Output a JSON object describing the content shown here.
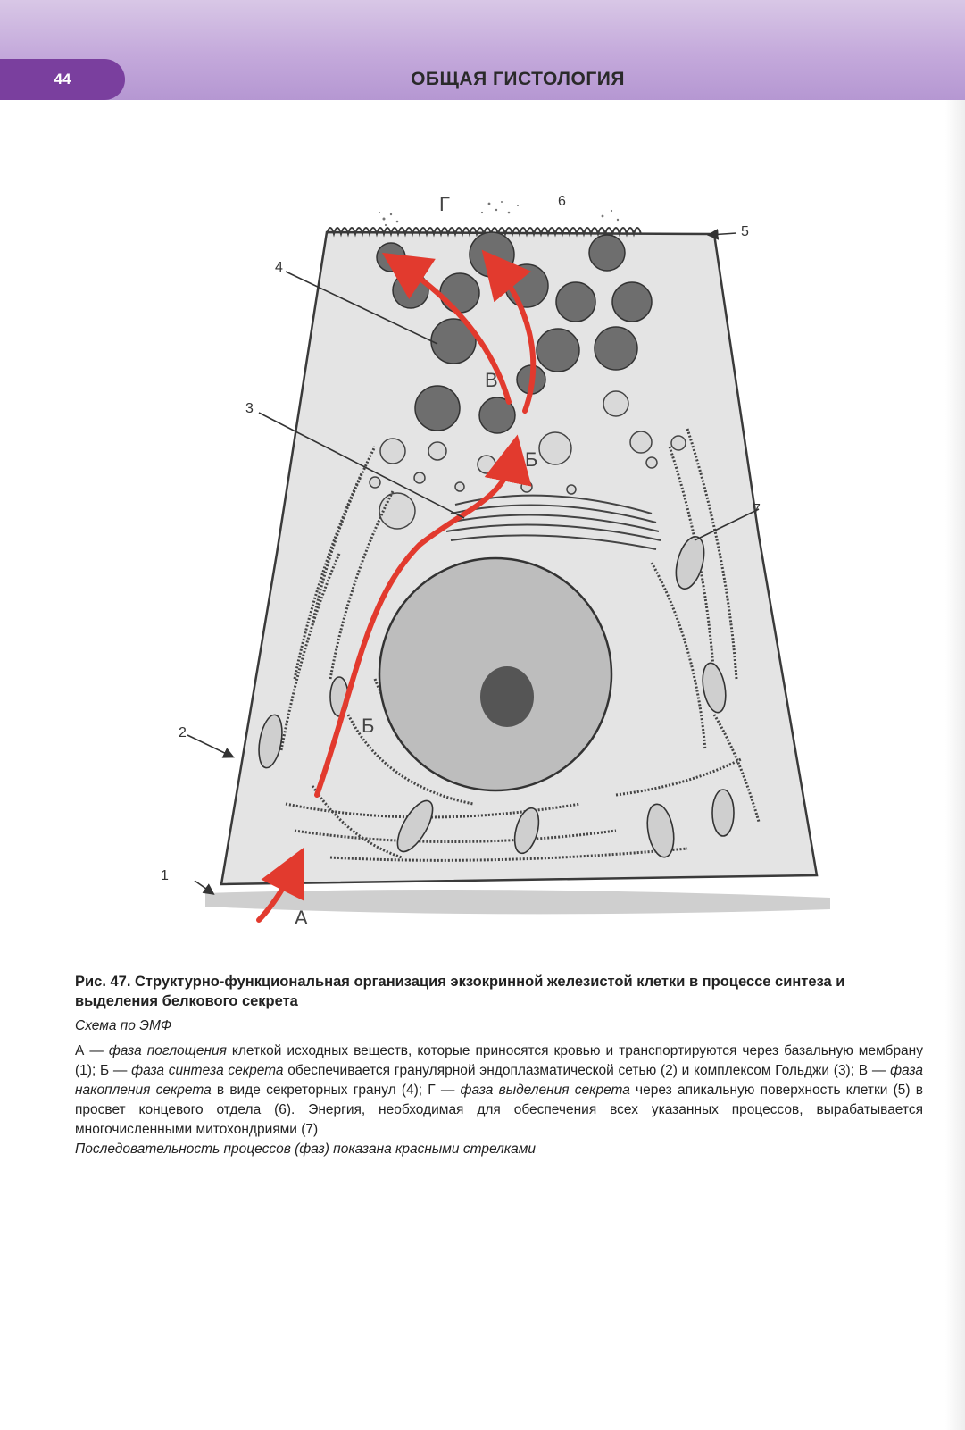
{
  "header": {
    "page_number": "44",
    "running_title": "ОБЩАЯ ГИСТОЛОГИЯ"
  },
  "figure": {
    "labels": {
      "n1": "1",
      "n2": "2",
      "n3": "3",
      "n4": "4",
      "n5": "5",
      "n6": "6",
      "n7": "7",
      "phase_a": "А",
      "phase_b_lower": "Б",
      "phase_b_upper": "Б",
      "phase_v": "В",
      "phase_g": "Г"
    },
    "colors": {
      "arrow": "#e23a2e",
      "cytoplasm": "#e4e4e4",
      "outline": "#3a3a3a",
      "granule": "#6e6e6e",
      "nucleus": "#bdbdbd",
      "nucleolus": "#555555"
    }
  },
  "caption": {
    "title": "Рис. 47. Структурно-функциональная организация экзокринной железистой клетки в процессе синтеза и выделения белкового секрета",
    "subtitle": "Схема по ЭМФ",
    "desc": {
      "a_prefix": "А — ",
      "a_phase": "фаза поглощения",
      "a_text": " клеткой исходных веществ, которые приносятся кровью и транспортируются через базальную мембрану (1); ",
      "b_prefix": "Б — ",
      "b_phase": "фаза синтеза секрета",
      "b_text": " обеспечивается гранулярной эндоплазматической сетью (2) и комплексом Гольджи (3); ",
      "v_prefix": "В — ",
      "v_phase": "фаза накопления секрета",
      "v_text": " в виде секреторных гранул (4); ",
      "g_prefix": "Г — ",
      "g_phase": "фаза выделения секрета",
      "g_text": " через апикальную поверхность клетки (5) в просвет концевого отдела (6). Энергия, необходимая для обеспечения всех указанных процессов, вырабатывается многочисленными митохондриями (7)"
    },
    "note": "Последовательность процессов (фаз) показана красными стрелками"
  }
}
